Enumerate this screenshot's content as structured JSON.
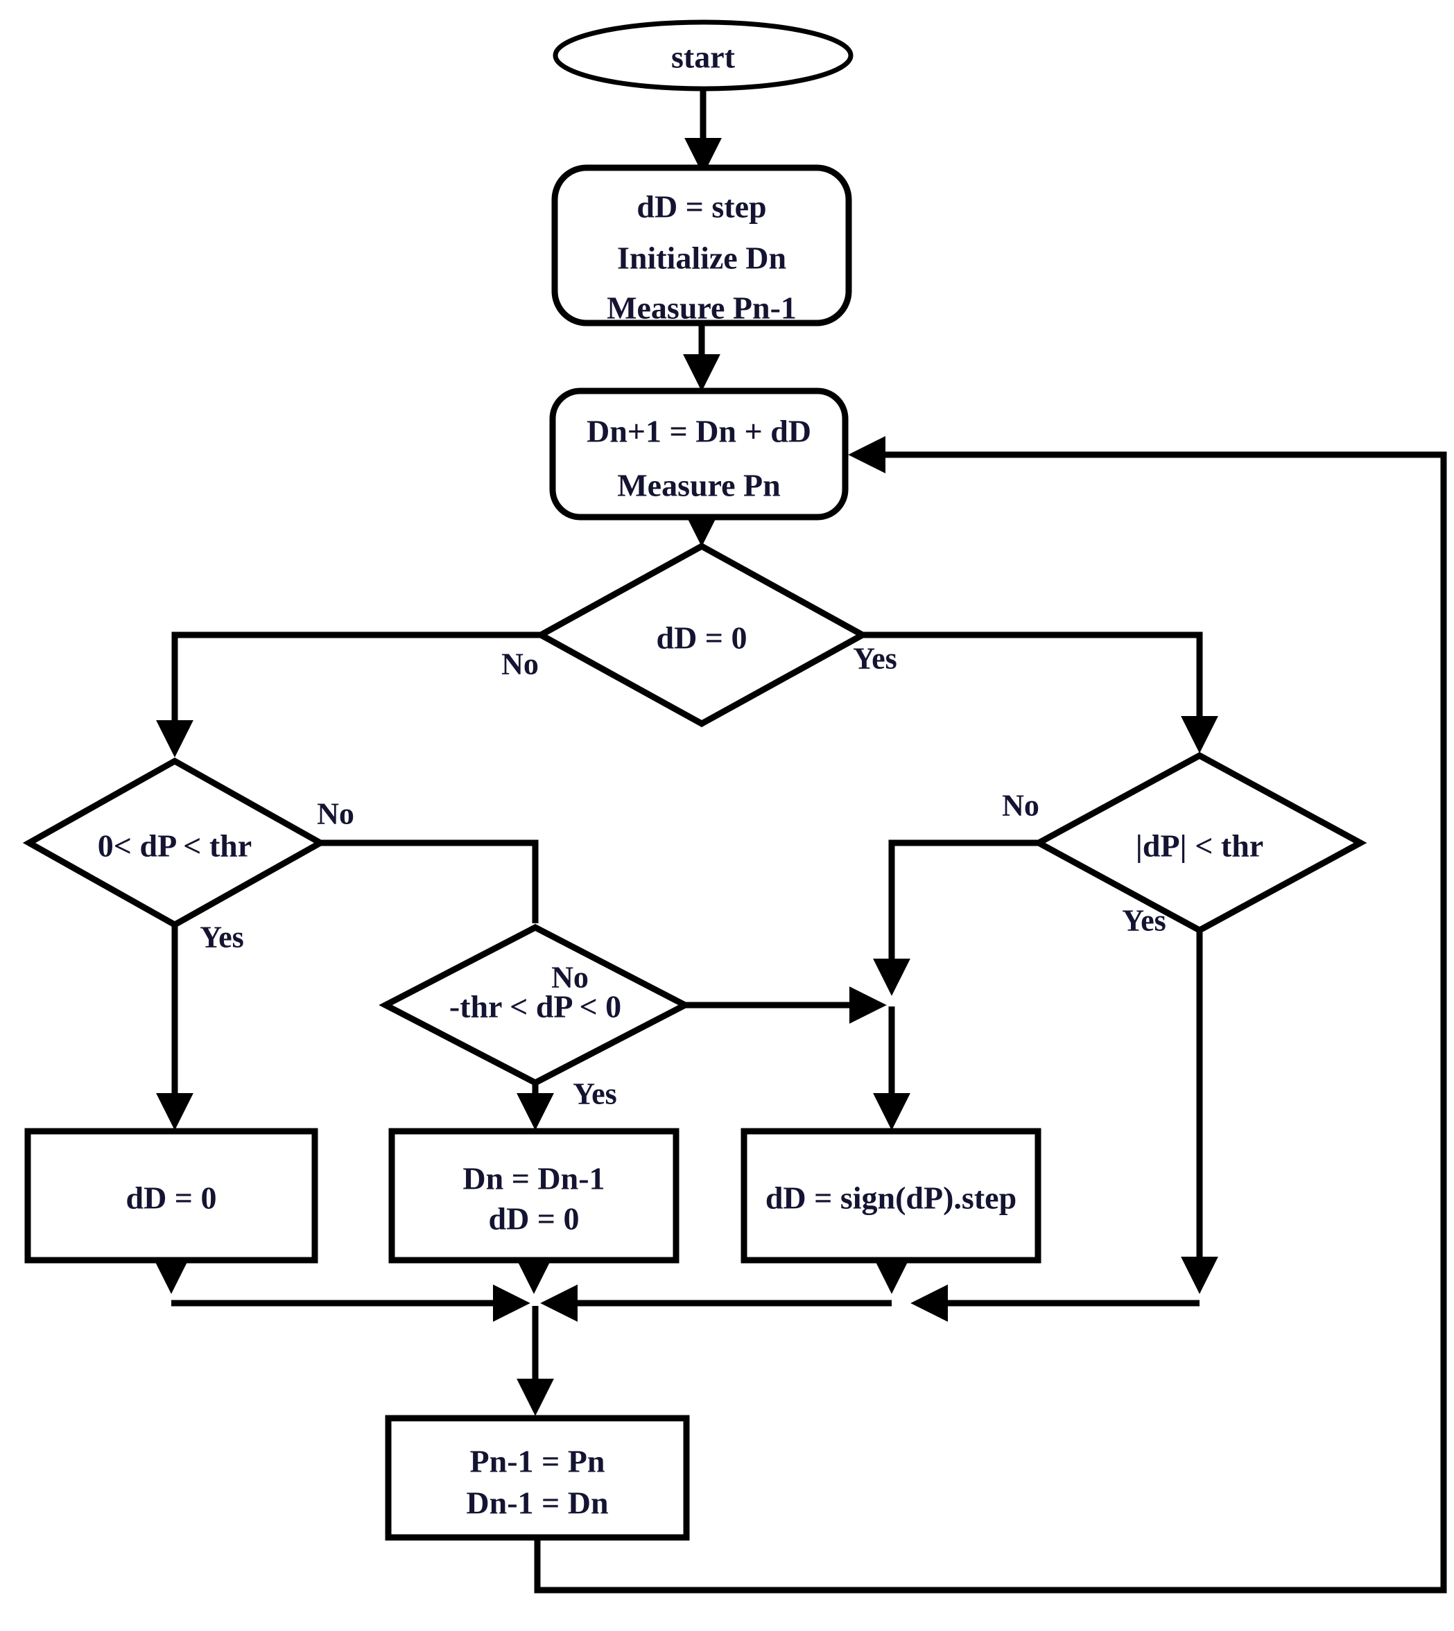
{
  "diagram": {
    "background_color": "#ffffff",
    "line_color": "#000000",
    "text_color": "#141432",
    "nodes": {
      "start": {
        "label": "start"
      },
      "init": {
        "line1": "dD = step",
        "line2": "Initialize Dn",
        "line3": "Measure Pn-1"
      },
      "perturb": {
        "line1": "Dn+1 = Dn + dD",
        "line2": "Measure Pn"
      },
      "dec_dd_zero": {
        "label": "dD = 0",
        "no_label": "No",
        "yes_label": "Yes"
      },
      "dec_dp_pos": {
        "label": "0< dP < thr",
        "no_label": "No",
        "yes_label": "Yes"
      },
      "dec_dp_neg": {
        "label": "-thr < dP < 0",
        "no_label": "No",
        "yes_label": "Yes"
      },
      "dec_dp_abs": {
        "label": "|dP| < thr",
        "no_label": "No",
        "yes_label": "Yes"
      },
      "set_dd_zero": {
        "label": "dD = 0"
      },
      "revert": {
        "line1": "Dn = Dn-1",
        "line2": "dD = 0"
      },
      "sign_step": {
        "label": "dD = sign(dP).step"
      },
      "update": {
        "line1": "Pn-1 = Pn",
        "line2": "Dn-1 = Dn"
      }
    }
  }
}
